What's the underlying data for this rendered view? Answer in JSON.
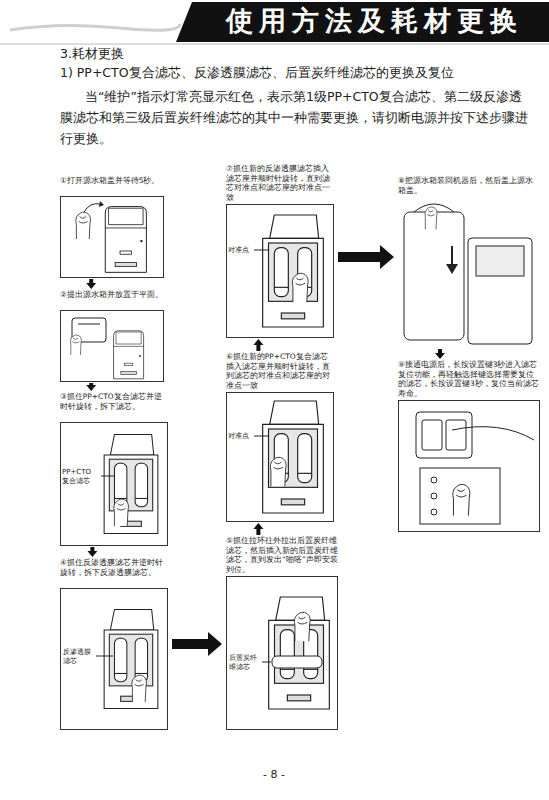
{
  "diagram": {
    "title": "使用方法及耗材更换",
    "nodes": [
      {
        "text": [
          "①打开源水箱盖并等待5秒。"
        ]
      },
      {
        "text": [
          "②提出源水箱并放置于平面。"
        ]
      },
      {
        "text": [
          "③抓住PP+CTO复合滤芯并逆时针旋转，拆下滤芯。"
        ]
      },
      {
        "text": [
          "④抓住反渗透膜滤芯并逆时针旋转，拆下反渗透膜滤芯。"
        ]
      },
      {
        "text": [
          "⑤抓住拉环往外拉出后置炭纤维滤芯，然后插入新的后置炭纤维滤芯，直到发出“啪嗒”声即安装到位。"
        ]
      },
      {
        "text": [
          "⑥抓住新的PP+CTO复合滤芯插入滤芯座并顺时针旋转，直到滤芯的对准点和滤芯座的对准点一致"
        ]
      },
      {
        "text": [
          "⑦抓住新的反渗透膜滤芯插入滤芯座并顺时针旋转，直到滤芯对准点和滤芯座的对准点一致"
        ]
      },
      {
        "text": [
          "⑧把源水箱装回机器后，然后盖上源水箱盖。"
        ]
      },
      {
        "text": [
          "⑨接通电源后，长按设置键3秒进入滤芯复位功能，再轻触选择键选择需要复位的滤芯，长按设置键3秒，复位当前滤芯寿命。"
        ]
      }
    ],
    "edges": [
      {
        "from": 0,
        "to": 1,
        "arrow": "to"
      },
      {
        "from": 1,
        "to": 2,
        "arrow": "to"
      },
      {
        "from": 2,
        "to": 3,
        "arrow": "to"
      },
      {
        "from": 3,
        "to": 4,
        "arrow": "to"
      },
      {
        "from": 4,
        "to": 5,
        "arrow": "to"
      },
      {
        "from": 5,
        "to": 6,
        "arrow": "to"
      },
      {
        "from": 6,
        "to": 7,
        "arrow": "to"
      },
      {
        "from": 7,
        "to": 8,
        "arrow": "to"
      }
    ],
    "labels": [
      "3.耗材更换",
      "1) PP+CTO复合滤芯、反渗透膜滤芯、后置炭纤维滤芯的更换及复位",
      "当“维护”指示灯常亮显示红色，表示第1级PP+CTO复合滤芯、第二级反渗透膜滤芯和第三级后置炭纤维滤芯的其中一种需要更换，请切断电源并按下述步骤进行更换。",
      "对准点",
      "对准点",
      "PP+CTO 复合滤芯",
      "反渗透膜滤芯",
      "后置炭纤维滤芯",
      "- 8 -"
    ]
  }
}
